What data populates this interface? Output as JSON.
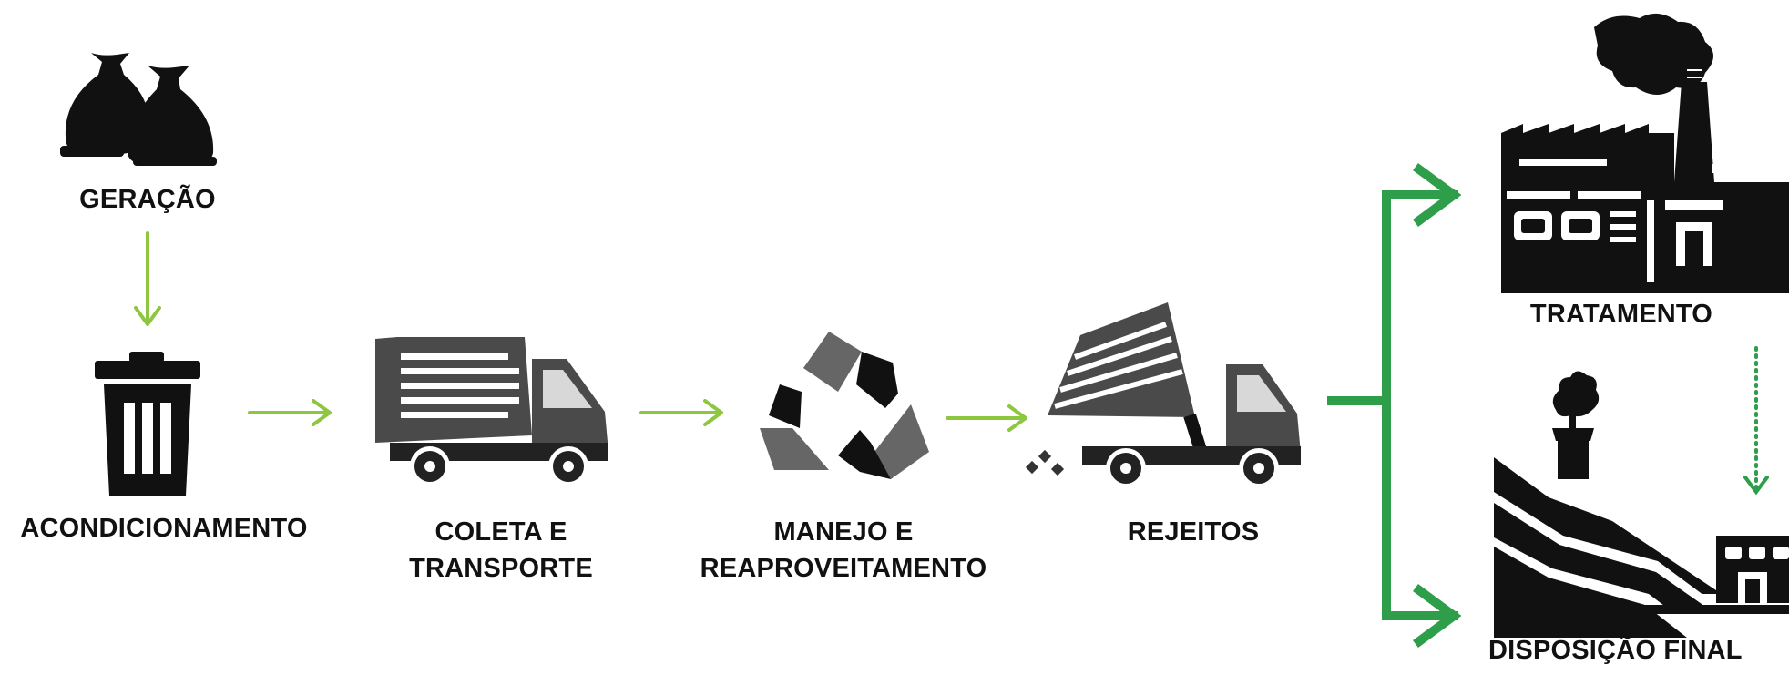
{
  "steps": {
    "geracao": "GERAÇÃO",
    "acondicionamento": "ACONDICIONAMENTO",
    "coleta": {
      "line1": "COLETA E",
      "line2": "TRANSPORTE"
    },
    "manejo": {
      "line1": "MANEJO E",
      "line2": "REAPROVEITAMENTO"
    },
    "rejeitos": "REJEITOS",
    "tratamento": "TRATAMENTO",
    "disposicao": "DISPOSIÇÃO FINAL"
  },
  "icons": {
    "geracao": "garbage-bags-icon",
    "acondicionamento": "trash-can-icon",
    "coleta": "garbage-truck-icon",
    "manejo": "recycle-icon",
    "rejeitos": "dump-truck-icon",
    "tratamento": "factory-icon",
    "disposicao": "landfill-icon"
  },
  "colors": {
    "flow_arrow": "#8dc63f",
    "branch_arrow": "#2e9e4a",
    "icon_dark": "#111111",
    "icon_gray": "#4a4a4a"
  }
}
